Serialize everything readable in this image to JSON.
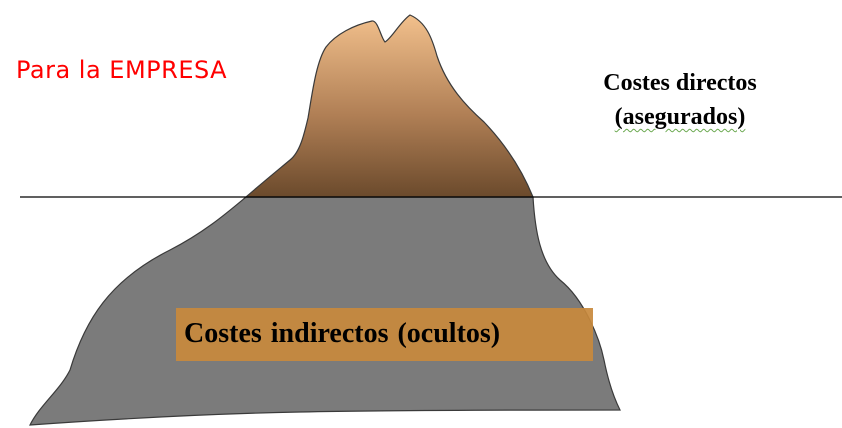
{
  "company_label": "Para la EMPRESA",
  "direct_costs": {
    "line1": "Costes directos",
    "line2": "(asegurados)"
  },
  "indirect_costs": "Costes indirectos  (ocultos)",
  "colors": {
    "company_label": "#ff0000",
    "tip_top": "#f2c08c",
    "tip_bottom": "#6b4a2c",
    "body": "#7b7b7b",
    "indirect_box": "#c8893c",
    "waterline": "#000000",
    "spellcheck_underline": "#6aa84f"
  }
}
